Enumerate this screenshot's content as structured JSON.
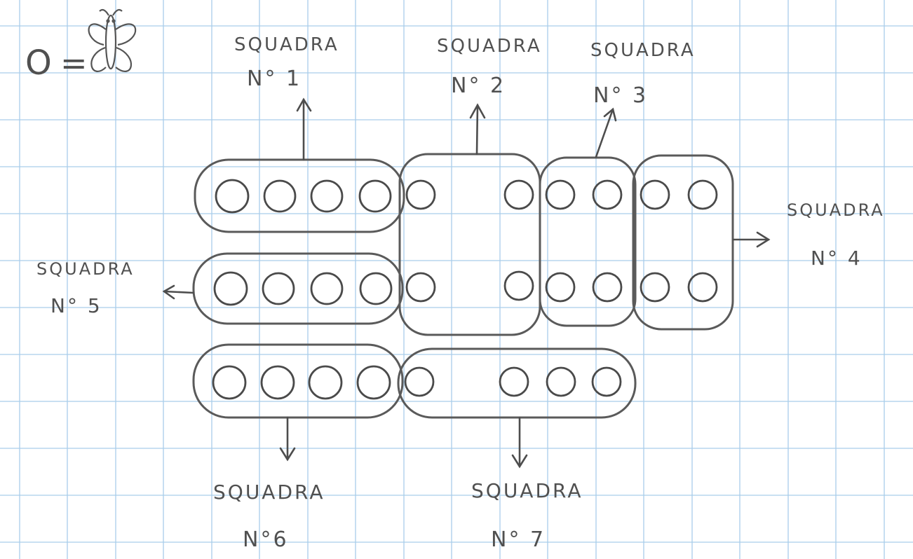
{
  "legend": {
    "symbol": "O",
    "equals": "=",
    "icon": "butterfly-icon"
  },
  "squads": [
    {
      "word": "SQUADRA",
      "number": "N° 1"
    },
    {
      "word": "SQUADRA",
      "number": "N° 2"
    },
    {
      "word": "SQUADRA",
      "number": "N° 3"
    },
    {
      "word": "SQUADRA",
      "number": "N° 4"
    },
    {
      "word": "SQUADRA",
      "number": "N° 5"
    },
    {
      "word": "SQUADRA",
      "number": "N°6"
    },
    {
      "word": "SQUADRA",
      "number": "N° 7"
    }
  ],
  "circles_per_squad": [
    4,
    4,
    4,
    4,
    4,
    4,
    4
  ],
  "colors": {
    "grid": "#a9cdea",
    "pencil": "#555555",
    "paper": "#ffffff"
  }
}
